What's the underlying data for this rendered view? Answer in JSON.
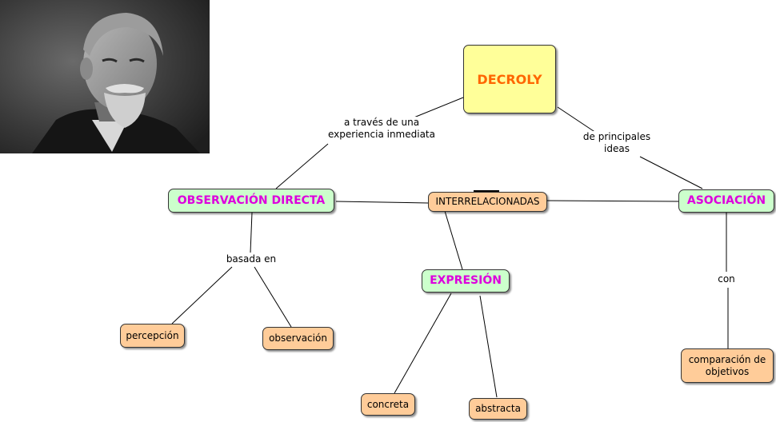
{
  "nodes": {
    "decroly": "DECROLY",
    "observacion": "OBSERVACIÓN DIRECTA",
    "interrelacionadas": "INTERRELACIONADAS",
    "asociacion": "ASOCIACIÓN",
    "expresion": "EXPRESIÓN",
    "percepcion": "percepción",
    "observacion_leaf": "observación",
    "comparacion_line1": "comparación de",
    "comparacion_line2": "objetivos",
    "concreta": "concreta",
    "abstracta": "abstracta"
  },
  "links": {
    "traves_line1": "a través de una",
    "traves_line2": "experiencia inmediata",
    "principales_line1": "de principales",
    "principales_line2": "ideas",
    "basada": "basada en",
    "con": "con"
  },
  "colors": {
    "main_fill": "#ffff99",
    "main_text": "#ff6600",
    "concept_fill": "#ccffcc",
    "concept_text": "#dd00dd",
    "leaf_fill": "#ffcc99",
    "line": "#000000"
  },
  "image": {
    "portrait": "portrait-photo"
  }
}
